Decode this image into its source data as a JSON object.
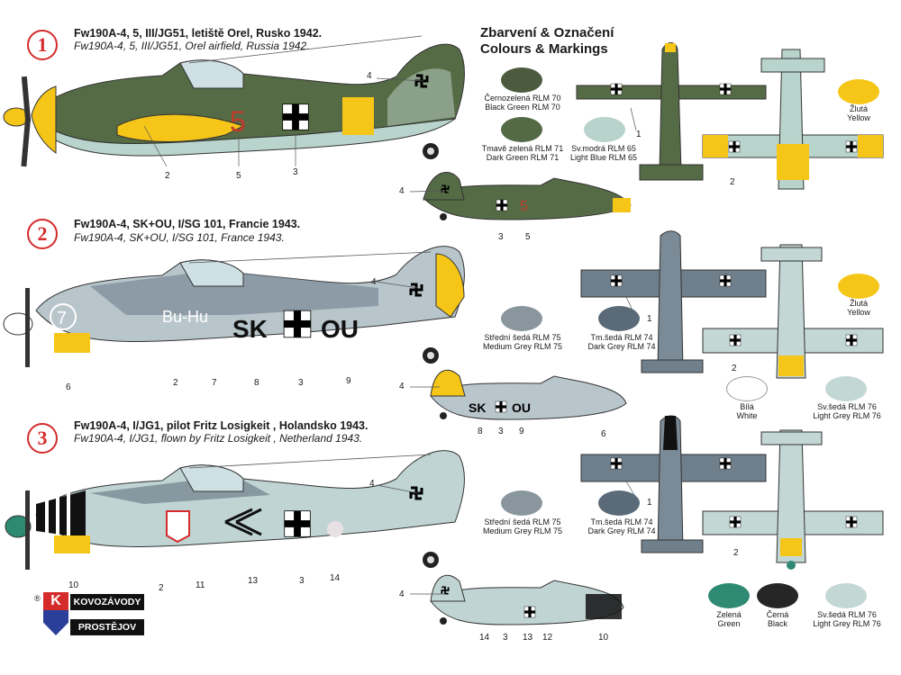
{
  "colors": {
    "rlm70": "#4c5a3e",
    "rlm71": "#546a47",
    "rlm65": "#b7d3cc",
    "yellow": "#f5c518",
    "rlm75": "#8a969e",
    "rlm74": "#5a6a78",
    "white": "#ffffff",
    "rlm76": "#c3d7d5",
    "green": "#2f8a73",
    "black": "#262626",
    "accent_red": "#d42b2b"
  },
  "header": {
    "title_cz": "Zbarvení & Označení",
    "title_en": "Colours & Markings"
  },
  "schemes": [
    {
      "badge": "1",
      "line1": "Fw190A-4, 5, III/JG51, letiště Orel, Rusko 1942.",
      "line2": "Fw190A-4, 5, III/JG51, Orel airfield, Russia 1942."
    },
    {
      "badge": "2",
      "line1": "Fw190A-4, SK+OU, I/SG 101, Francie 1943.",
      "line2": "Fw190A-4, SK+OU, I/SG 101, France 1943."
    },
    {
      "badge": "3",
      "line1": "Fw190A-4, I/JG1, pilot Fritz Losigkeit , Holandsko 1943.",
      "line2": "Fw190A-4, I/JG1, flown by Fritz Losigkeit , Netherland 1943."
    }
  ],
  "swatches": [
    {
      "cz": "Černozelená RLM 70",
      "en": "Black Green RLM 70"
    },
    {
      "cz": "Tmavě zelená RLM 71",
      "en": "Dark Green RLM 71"
    },
    {
      "cz": "Sv.modrá RLM 65",
      "en": "Light Blue RLM 65"
    },
    {
      "cz": "Žlutá",
      "en": "Yellow"
    },
    {
      "cz": "Střední šedá RLM 75",
      "en": "Medium Grey RLM 75"
    },
    {
      "cz": "Tm.šedá RLM 74",
      "en": "Dark Grey RLM 74"
    },
    {
      "cz": "Žlutá",
      "en": "Yellow"
    },
    {
      "cz": "Bílá",
      "en": "White"
    },
    {
      "cz": "Sv.šedá RLM 76",
      "en": "Light Grey RLM 76"
    },
    {
      "cz": "Střední šedá RLM 75",
      "en": "Medium Grey RLM 75"
    },
    {
      "cz": "Tm.šedá RLM 74",
      "en": "Dark Grey RLM 74"
    },
    {
      "cz": "Zelená",
      "en": "Green"
    },
    {
      "cz": "Černá",
      "en": "Black"
    },
    {
      "cz": "Sv.šedá RLM 76",
      "en": "Light Grey RLM 76"
    }
  ],
  "codes": {
    "sk_left": "SK",
    "ou_right": "OU",
    "tail_5": "5",
    "bu_hu": "Bu-Hu",
    "seven": "7"
  },
  "callouts": {
    "p1": [
      "4",
      "2",
      "5",
      "3"
    ],
    "p1s": [
      "4",
      "3",
      "5"
    ],
    "p1t": [
      "1",
      "2"
    ],
    "p2": [
      "4",
      "6",
      "2",
      "7",
      "8",
      "3",
      "9"
    ],
    "p2s": [
      "4",
      "8",
      "3",
      "9",
      "6"
    ],
    "p2t": [
      "1",
      "2"
    ],
    "p3": [
      "4",
      "10",
      "2",
      "11",
      "13",
      "3",
      "14"
    ],
    "p3s": [
      "4",
      "14",
      "3",
      "13",
      "12",
      "10"
    ],
    "p3t": [
      "1",
      "2"
    ]
  },
  "logo": {
    "mark": "K",
    "reg": "®",
    "line1": "KOVOZÁVODY",
    "line2": "PROSTĚJOV"
  }
}
